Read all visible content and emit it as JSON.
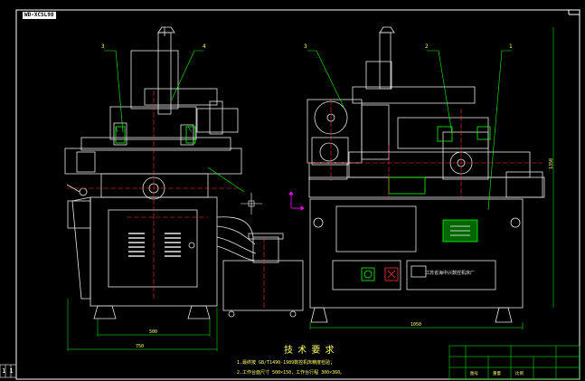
{
  "drawing": {
    "frame_code": "WD-XCSL98",
    "margin_code": "1 1",
    "callouts": {
      "left_3": "3",
      "left_4": "4",
      "right_3": "3",
      "right_2": "2",
      "right_1": "1"
    },
    "dimensions": {
      "width_500": "500",
      "width_750": "750",
      "width_1050": "1050",
      "height_1350": "1350"
    },
    "nameplate": "江苏省海中兴数控机床厂",
    "technical_notes": {
      "title": "技 术 要 求",
      "items": [
        "1.最终按 GB/T1490-1989数控机床精度检验；",
        "2.工作台面尺寸 500×150，工作台行程 300×360。"
      ]
    },
    "title_block": {
      "cells": [
        "图号",
        "重量",
        "比例"
      ]
    }
  },
  "colors": {
    "background": "#000000",
    "frame": "#ffffff",
    "main": "#e8e8e8",
    "green": "#00ff00",
    "red": "#ff3030",
    "yellow": "#ffff66",
    "magenta": "#ff00ff"
  }
}
